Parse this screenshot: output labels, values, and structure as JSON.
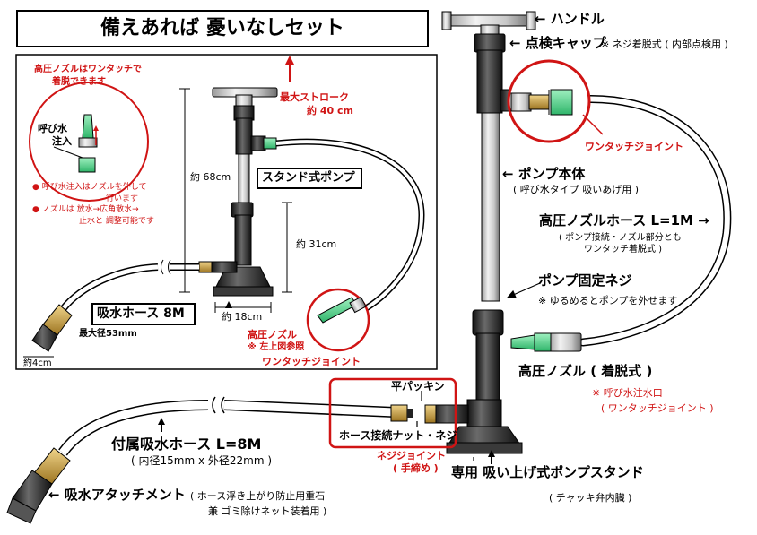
{
  "title": "備えあれば 憂いなしセット",
  "inset": {
    "bubble_lines": [
      "高圧ノズルはワンタッチで",
      "着脱できます"
    ],
    "bubble_inlet_label_1": "呼び水",
    "bubble_inlet_label_2": "注入",
    "bubble_notes": [
      "● 呼び水注入はノズルを外して",
      "行います",
      "● ノズルは 放水→広角散水→",
      "止水と 調整可能です"
    ],
    "max_stroke_1": "最大ストローク",
    "max_stroke_2": "約 40 cm",
    "height_68": "約 68cm",
    "height_31": "約 31cm",
    "width_18": "約 18cm",
    "width_4": "約4cm",
    "stand_pump_label": "スタンド式ポンプ",
    "suction_hose_label": "吸水ホース 8M",
    "max_diameter": "最大径53mm",
    "nozzle_label": "高圧ノズル",
    "nozzle_ref": "※ 左上図参照",
    "nozzle_joint": "ワンタッチジョイント"
  },
  "labels": {
    "handle": "← ハンドル",
    "check_cap": "← 点検キャップ",
    "check_cap_note": "※ ネジ着脱式 ( 内部点検用 )",
    "one_touch_joint": "ワンタッチジョイント",
    "pump_body": "← ポンプ本体",
    "pump_body_note": "( 呼び水タイプ 吸いあげ用 )",
    "hp_hose": "高圧ノズルホース L=1M →",
    "hp_hose_note_1": "( ポンプ接続・ノズル部分とも",
    "hp_hose_note_2": "ワンタッチ着脱式 )",
    "fix_screw": "ポンプ固定ネジ",
    "fix_screw_note": "※ ゆるめるとポンプを外せます",
    "hp_nozzle": "高圧ノズル ( 着脱式 )",
    "hp_nozzle_note_1": "※ 呼び水注水口",
    "hp_nozzle_note_2": "( ワンタッチジョイント )",
    "flat_packing": "平パッキン",
    "hose_nut": "ホース接続ナット・ネジ",
    "screw_joint_1": "ネジジョイント",
    "screw_joint_2": "( 手締め )",
    "suction_hose": "付属吸水ホース L=8M",
    "suction_hose_spec": "( 内径15mm x 外径22mm )",
    "stand": "専用 吸い上げ式ポンプスタンド",
    "stand_note": "( チャッキ弁内臓 )",
    "attachment": "← 吸水アタッチメント",
    "attachment_note_1": "( ホース浮き上がり防止用重石",
    "attachment_note_2": "兼 ゴミ除けネット装着用 )"
  },
  "colors": {
    "red": "#d01414",
    "pump_dark": "#2b2b2b",
    "green": "#5bd68a",
    "brass": "#c9a24a"
  }
}
